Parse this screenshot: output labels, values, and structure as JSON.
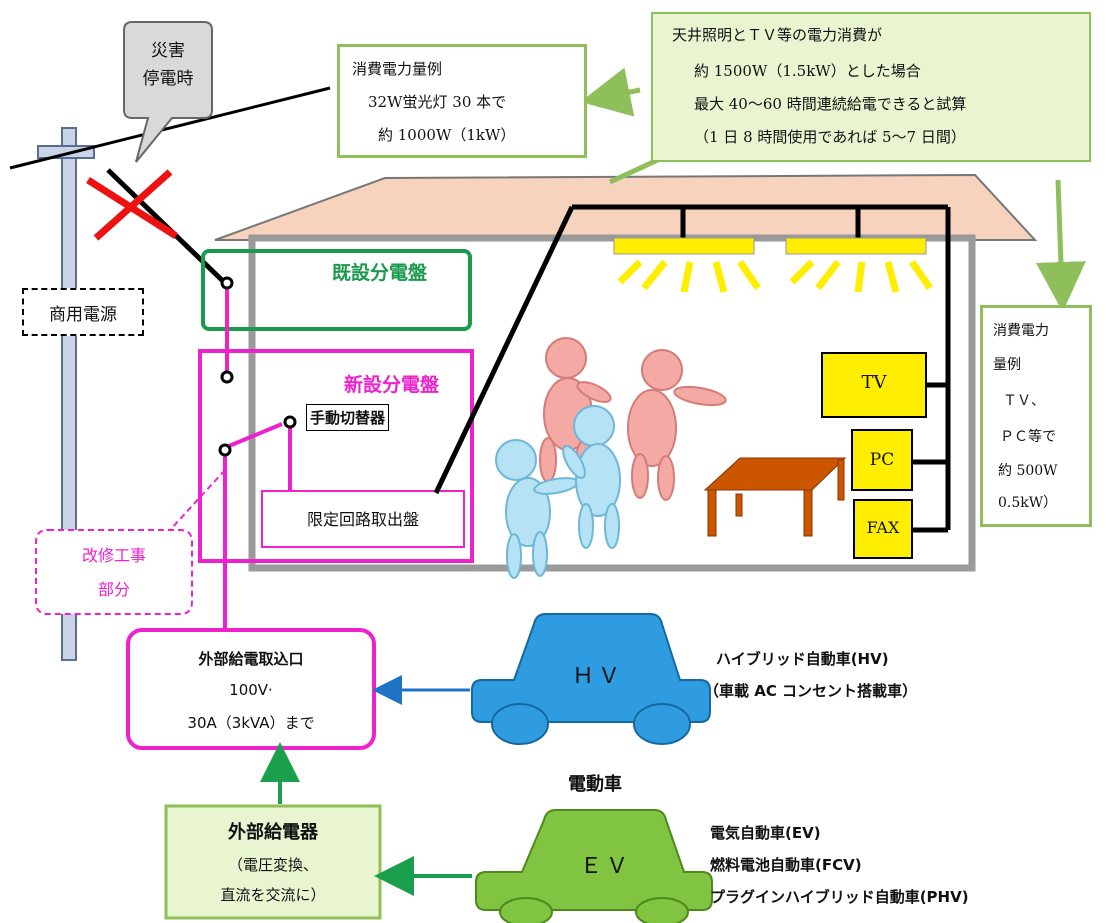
{
  "outage_bubble": [
    "災害",
    "停電時"
  ],
  "commercial_power": "商用電源",
  "fluorescent_example": [
    "消費電力量例",
    "32W蛍光灯 30 本で",
    "約 1000W（1kW）"
  ],
  "lighting_tv_note": [
    "天井照明とＴＶ等の電力消費が",
    "約 1500W（1.5kW）とした場合",
    "最大 40～60 時間連続給電できると試算",
    "（1 日 8 時間使用であれば 5～7 日間）"
  ],
  "tv_pc_example": [
    "消費電力",
    "量例",
    "ＴＶ、",
    "ＰＣ等で",
    "約 500W",
    "0.5kW）"
  ],
  "existing_panel": "既設分電盤",
  "new_panel": "新設分電盤",
  "manual_switch": "手動切替器",
  "limited_circuit_panel": "限定回路取出盤",
  "renovation_part": [
    "改修工事",
    "部分"
  ],
  "appliances": {
    "tv": "TV",
    "pc": "PC",
    "fax": "FAX"
  },
  "external_inlet": [
    "外部給電取込口",
    "100V·",
    "30A（3kVA）まで"
  ],
  "external_feeder": [
    "外部給電器",
    "（電圧変換、",
    "直流を交流に）"
  ],
  "electric_vehicle": "電動車",
  "hv_car": {
    "label": "ＨＶ",
    "desc": [
      "ハイブリッド自動車(HV)",
      "（車載 AC コンセント搭載車）"
    ]
  },
  "ev_car": {
    "label": "ＥＶ",
    "desc": [
      "電気自動車(EV)",
      "燃料電池自動車(FCV)",
      "プラグインハイブリッド自動車(PHV)"
    ]
  },
  "colors": {
    "green_border": "#1a9a4c",
    "magenta": "#ee22cc",
    "note_green_fill": "#e8f5d0",
    "note_green_border": "#8fbf5a",
    "yellow": "#ffee00",
    "roof": "#f7d2bc",
    "blue_car": "#2f9be0",
    "green_car": "#80c441",
    "table": "#cc5500"
  }
}
